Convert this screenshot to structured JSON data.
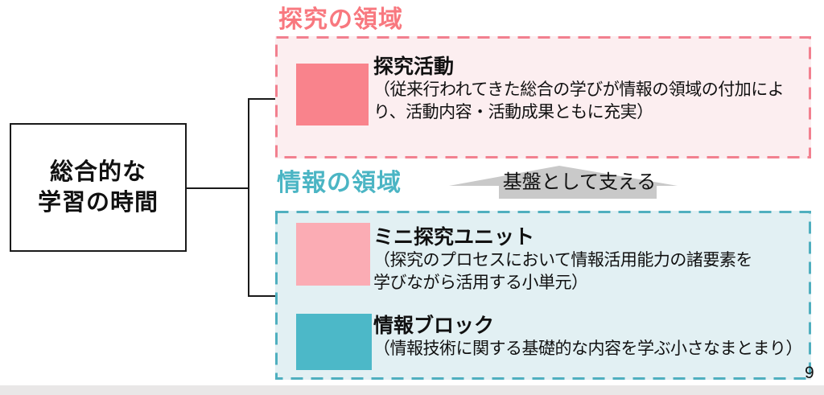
{
  "root_box": {
    "line1": "総合的な",
    "line2": "学習の時間"
  },
  "inquiry_domain": {
    "title": "探究の領域",
    "item": {
      "title": "探究活動",
      "desc_line1": "（従来行われてきた総合の学びが情報の領域の付加によ",
      "desc_line2": "り、活動内容・活動成果ともに充実）"
    }
  },
  "info_domain": {
    "title": "情報の領域",
    "items": [
      {
        "title": "ミニ探究ユニット",
        "desc_line1": "（探究のプロセスにおいて情報活用能力の諸要素を",
        "desc_line2": "学びながら活用する小単元）"
      },
      {
        "title": "情報ブロック",
        "desc_line1": "（情報技術に関する基礎的な内容を学ぶ小さなまとまり）"
      }
    ]
  },
  "support_arrow": {
    "label": "基盤として支える"
  },
  "page_number": "9",
  "colors": {
    "inquiry_title": "#F8787F",
    "inquiry_box_bg": "#FCEEF0",
    "inquiry_box_border": "#F2808F",
    "inquiry_swatch": "#F9838C",
    "info_title": "#4BB5C4",
    "info_box_bg": "#E2F0F3",
    "info_box_border": "#4FAFBF",
    "mini_unit_swatch": "#FBACB4",
    "info_block_swatch": "#4CB8C8",
    "arrow_fill": "#C9C9C9",
    "connector": "#1a1a1a"
  }
}
